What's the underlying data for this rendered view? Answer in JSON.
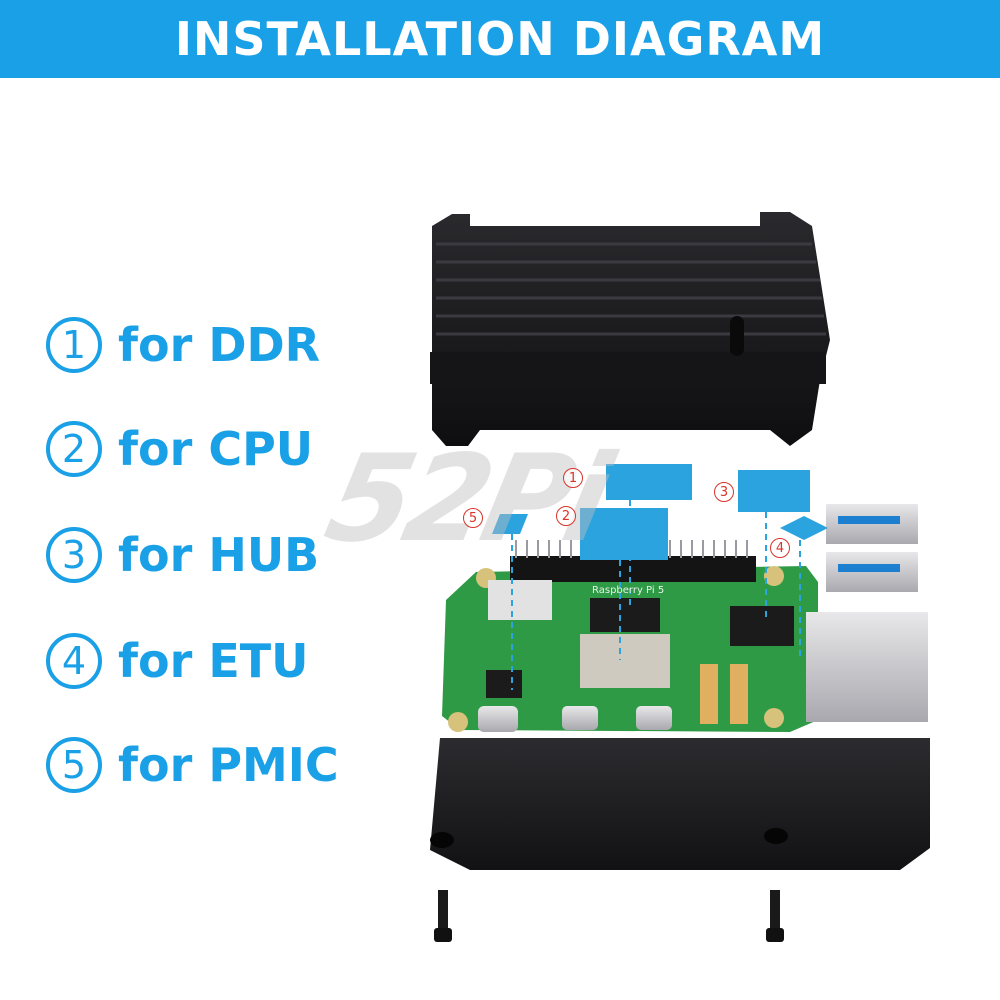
{
  "header": {
    "title": "INSTALLATION DIAGRAM"
  },
  "legend": [
    {
      "num": "1",
      "text": "for DDR"
    },
    {
      "num": "2",
      "text": "for CPU"
    },
    {
      "num": "3",
      "text": "for HUB"
    },
    {
      "num": "4",
      "text": "for ETU"
    },
    {
      "num": "5",
      "text": "for PMIC"
    }
  ],
  "callouts": [
    "1",
    "2",
    "3",
    "4",
    "5"
  ],
  "watermark": "52Pi",
  "board": {
    "name": "Raspberry Pi 5"
  },
  "colors": {
    "accent": "#1aa0e6",
    "pad": "#2aa3df",
    "case": "#1a1a1c",
    "pcb": "#2f9a45",
    "callout": "#d9342b"
  },
  "icons": {
    "heatsink": "aluminum-heatsink-case-top",
    "base": "case-bottom-plate",
    "board": "raspberry-pi-board",
    "screw": "screw-icon"
  }
}
